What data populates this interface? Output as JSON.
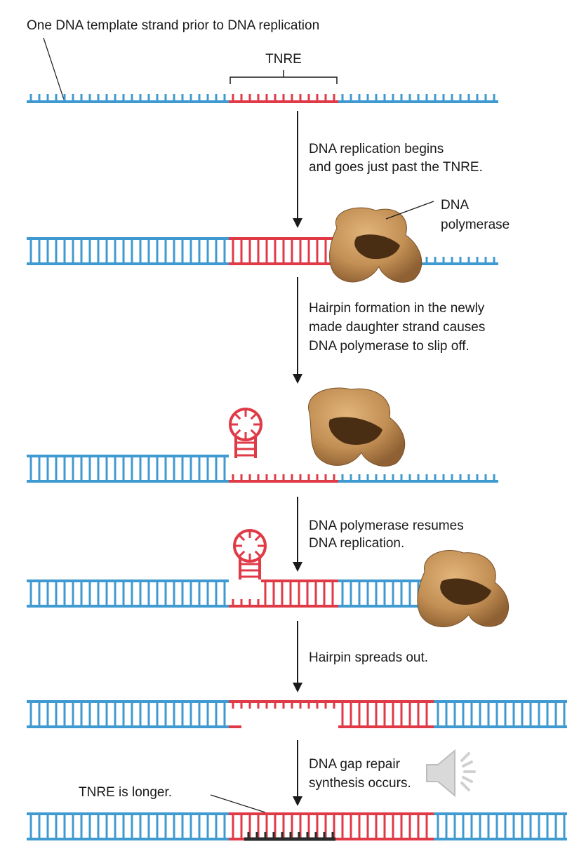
{
  "labels": {
    "title": "One DNA template strand prior to DNA replication",
    "tnre": "TNRE",
    "step1_line1": "DNA replication begins",
    "step1_line2": "and goes just past the TNRE.",
    "polymerase_line1": "DNA",
    "polymerase_line2": "polymerase",
    "step2_line1": "Hairpin formation in the newly",
    "step2_line2": "made daughter strand causes",
    "step2_line3": "DNA polymerase to slip off.",
    "step3_line1": "DNA polymerase resumes",
    "step3_line2": "DNA replication.",
    "step4_line1": "Hairpin spreads out.",
    "step5_line1": "DNA gap repair",
    "step5_line2": "synthesis occurs.",
    "tnre_longer": "TNRE is longer."
  },
  "colors": {
    "blue": "#3f9ad2",
    "red": "#e03a47",
    "dark": "#2a2a2a",
    "polymerase_light": "#c8965a",
    "polymerase_dark": "#4a2e14"
  },
  "icons": {
    "audio": "speaker-icon"
  }
}
